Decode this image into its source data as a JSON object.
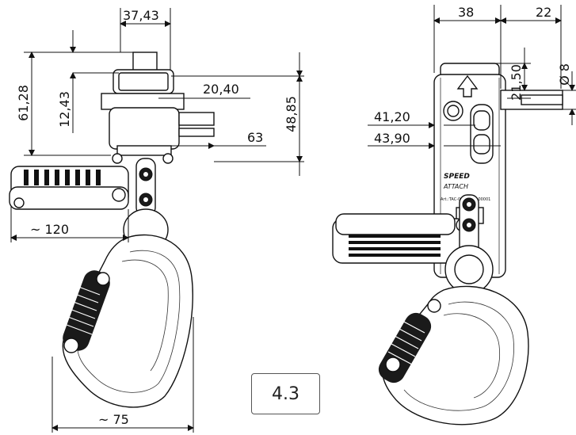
{
  "figure_label": "4.3",
  "left_view": {
    "dimensions": {
      "top_width": "37,43",
      "height_total": "61,28",
      "height_upper": "12,43",
      "pin_offset": "20,40",
      "height_right": "48,85",
      "depth": "63",
      "handle_width": "~ 120",
      "hook_width": "~ 75"
    }
  },
  "right_view": {
    "dimensions": {
      "body_width": "38",
      "pin_length": "22",
      "pin_offset": "21,50",
      "pin_diameter": "Ø 8",
      "depth_a": "41,20",
      "depth_b": "43,90"
    },
    "body_text": {
      "brand_line1": "SPEED",
      "brand_line2": "ATTACH",
      "article": "Art.:TAC-0004   Ser.:00001"
    }
  }
}
